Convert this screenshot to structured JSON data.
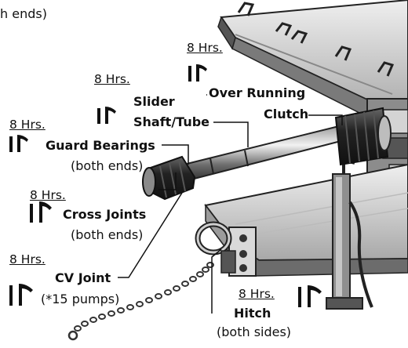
{
  "callouts": {
    "top_left_fragment": "h ends)",
    "over_running_clutch": {
      "hours": "8 Hrs.",
      "line1": "Over Running",
      "line2": "Clutch"
    },
    "slider_shaft": {
      "hours": "8 Hrs.",
      "line1": "Slider",
      "line2": "Shaft/Tube"
    },
    "guard_bearings": {
      "hours": "8 Hrs.",
      "line1": "Guard Bearings",
      "line2": "(both ends)"
    },
    "cross_joints": {
      "hours": "8 Hrs.",
      "line1": "Cross Joints",
      "line2": "(both ends)"
    },
    "cv_joint": {
      "hours": "8 Hrs.",
      "line1": "CV Joint",
      "line2": "(*15 pumps)"
    },
    "hitch": {
      "hours": "8 Hrs.",
      "line1": "Hitch",
      "line2": "(both sides)"
    }
  },
  "icons": [
    "grease-gun-icon"
  ],
  "colors": {
    "ink": "#111111",
    "metal_light": "#d6d6d6",
    "metal_dark": "#2a2a2a",
    "background": "#ffffff"
  }
}
